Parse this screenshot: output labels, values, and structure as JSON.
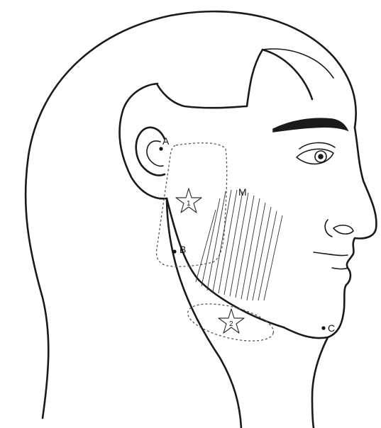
{
  "labels": {
    "point_a": "A",
    "point_b": "B",
    "point_c": "C",
    "muscle_m": "M",
    "zone_1": "1",
    "zone_2": "2"
  },
  "colors": {
    "line": "#1a1a1a",
    "dashed_zone": "#555555",
    "background": "#ffffff"
  }
}
